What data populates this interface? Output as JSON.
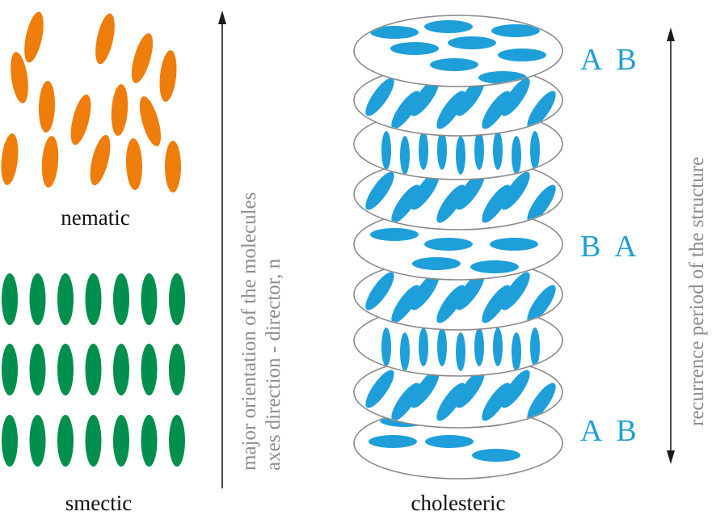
{
  "labels": {
    "nematic": "nematic",
    "smectic": "smectic",
    "cholesteric": "cholesteric",
    "director_line1": "major orientation of the molecules",
    "director_line2": "axes direction  - director, n",
    "recurrence": "recurrence period of the structure",
    "pair_top": "A  B",
    "pair_middle": "B  A",
    "pair_bottom": "A  B"
  },
  "colors": {
    "nematic": "#ef7d0b",
    "smectic": "#008f4c",
    "cholesteric": "#1e9fda",
    "disc_stroke": "#8a8a8a",
    "axis": "#1a1a1a",
    "text": "#111111",
    "axis_text": "#8c8c8c"
  }
}
